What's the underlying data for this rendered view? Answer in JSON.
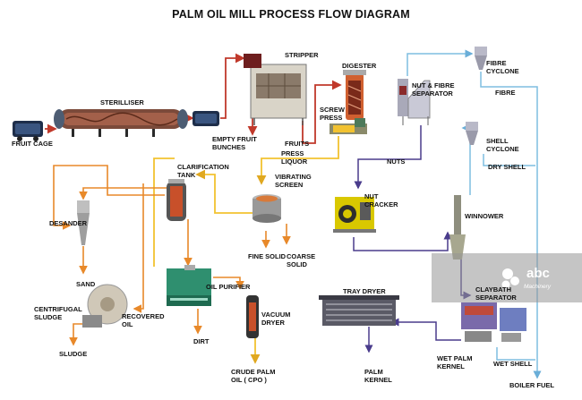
{
  "title": "PALM OIL MILL PROCESS FLOW DIAGRAM",
  "labels": {
    "fruit_cage": "FRUIT CAGE",
    "sterilliser": "STERILLISER",
    "stripper": "STRIPPER",
    "empty_fruit_bunches": "EMPTY FRUIT BUNCHES",
    "digester": "DIGESTER",
    "screw_press": "SCREW PRESS",
    "fruits": "FRUITS",
    "press_liquor": "PRESS LIQUOR",
    "nut_fibre_separator": "NUT & FIBRE SEPARATOR",
    "fibre_cyclone": "FIBRE CYCLONE",
    "fibre": "FIBRE",
    "shell_cyclone": "SHELL CYCLONE",
    "dry_shell": "DRY SHELL",
    "nuts": "NUTS",
    "nut_cracker": "NUT CRACKER",
    "winnower": "WINNOWER",
    "clarification_tank": "CLARIFICATION TANK",
    "vibrating_screen": "VIBRATING SCREEN",
    "fine_solid": "FINE SOLID",
    "coarse_solid": "COARSE SOLID",
    "desander": "DESANDER",
    "sand": "SAND",
    "centrifugal_sludge": "CENTRIFUGAL SLUDGE",
    "recovered_oil": "RECOVERED OIL",
    "sludge": "SLUDGE",
    "oil_purifier": "OIL PURIFIER",
    "dirt": "DIRT",
    "vacuum_dryer": "VACUUM DRYER",
    "crude_palm_oil": "CRUDE PALM OIL ( CPO )",
    "tray_dryer": "TRAY DRYER",
    "palm_kernel": "PALM KERNEL",
    "wet_palm_kernel": "WET PALM KERNEL",
    "claybath_separator": "CLAYBATH SEPARATOR",
    "wet_shell": "WET SHELL",
    "boiler_fuel": "BOILER FUEL"
  },
  "watermark": {
    "brand": "abc",
    "sub": "Machinery"
  },
  "colors": {
    "red": "#c0392b",
    "orange": "#e8892a",
    "yellow": "#f2c230",
    "blue": "#7fbde0",
    "purple": "#5b4a9e",
    "dark_purple": "#3a2f73"
  }
}
